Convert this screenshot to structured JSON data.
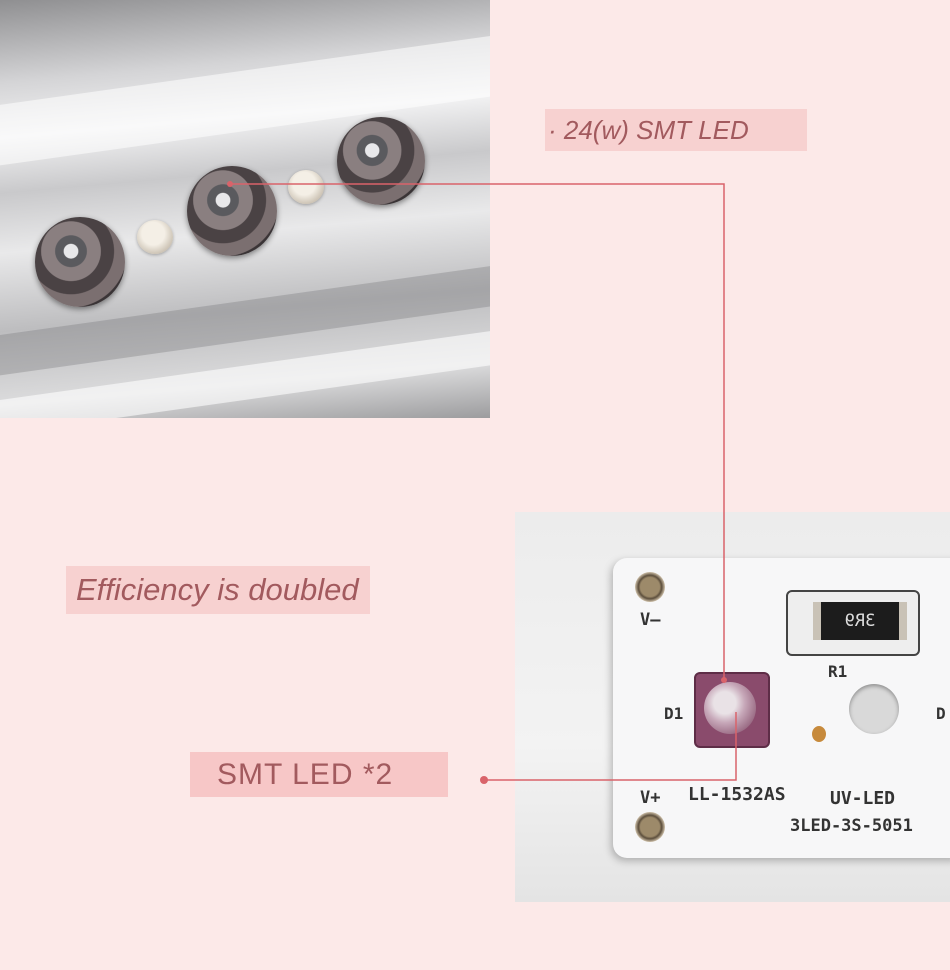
{
  "callouts": {
    "top_label": "· 24(w) SMT LED",
    "middle_label": "Efficiency is doubled",
    "bottom_label": "SMT LED *2"
  },
  "board_silkscreen": {
    "v_minus": "V–",
    "v_plus": "V+",
    "r1": "R1",
    "d1": "D1",
    "d_partial": "D",
    "resistor_code": "3R9",
    "part_number": "LL-1532AS",
    "uv_led": "UV-LED",
    "model": "3LED-3S-5051"
  },
  "colors": {
    "background": "#fce9e8",
    "label_fill": "#f5c8c8",
    "label_text": "#a25a5e",
    "leader_line": "#d9636a"
  }
}
